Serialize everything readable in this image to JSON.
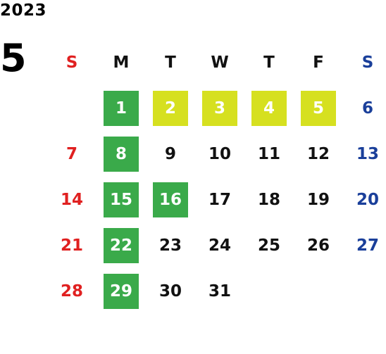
{
  "calendar": {
    "year": "2023",
    "month": "5",
    "weekdays": [
      "S",
      "M",
      "T",
      "W",
      "T",
      "F",
      "S"
    ],
    "colors": {
      "sunday": "#e02020",
      "saturday": "#1a3f9a",
      "weekday": "#111111",
      "highlight_green": "#3aaa4a",
      "highlight_yellow": "#d6e020"
    },
    "weeks": [
      [
        {
          "day": "",
          "type": "sun"
        },
        {
          "day": "1",
          "type": "weekday",
          "highlight": "green"
        },
        {
          "day": "2",
          "type": "weekday",
          "highlight": "yellow"
        },
        {
          "day": "3",
          "type": "weekday",
          "highlight": "yellow"
        },
        {
          "day": "4",
          "type": "weekday",
          "highlight": "yellow"
        },
        {
          "day": "5",
          "type": "weekday",
          "highlight": "yellow"
        },
        {
          "day": "6",
          "type": "sat"
        }
      ],
      [
        {
          "day": "7",
          "type": "sun"
        },
        {
          "day": "8",
          "type": "weekday",
          "highlight": "green"
        },
        {
          "day": "9",
          "type": "weekday"
        },
        {
          "day": "10",
          "type": "weekday"
        },
        {
          "day": "11",
          "type": "weekday"
        },
        {
          "day": "12",
          "type": "weekday"
        },
        {
          "day": "13",
          "type": "sat"
        }
      ],
      [
        {
          "day": "14",
          "type": "sun"
        },
        {
          "day": "15",
          "type": "weekday",
          "highlight": "green"
        },
        {
          "day": "16",
          "type": "weekday",
          "highlight": "green"
        },
        {
          "day": "17",
          "type": "weekday"
        },
        {
          "day": "18",
          "type": "weekday"
        },
        {
          "day": "19",
          "type": "weekday"
        },
        {
          "day": "20",
          "type": "sat"
        }
      ],
      [
        {
          "day": "21",
          "type": "sun"
        },
        {
          "day": "22",
          "type": "weekday",
          "highlight": "green"
        },
        {
          "day": "23",
          "type": "weekday"
        },
        {
          "day": "24",
          "type": "weekday"
        },
        {
          "day": "25",
          "type": "weekday"
        },
        {
          "day": "26",
          "type": "weekday"
        },
        {
          "day": "27",
          "type": "sat"
        }
      ],
      [
        {
          "day": "28",
          "type": "sun"
        },
        {
          "day": "29",
          "type": "weekday",
          "highlight": "green"
        },
        {
          "day": "30",
          "type": "weekday"
        },
        {
          "day": "31",
          "type": "weekday"
        },
        {
          "day": "",
          "type": "weekday"
        },
        {
          "day": "",
          "type": "weekday"
        },
        {
          "day": "",
          "type": "sat"
        }
      ]
    ]
  }
}
